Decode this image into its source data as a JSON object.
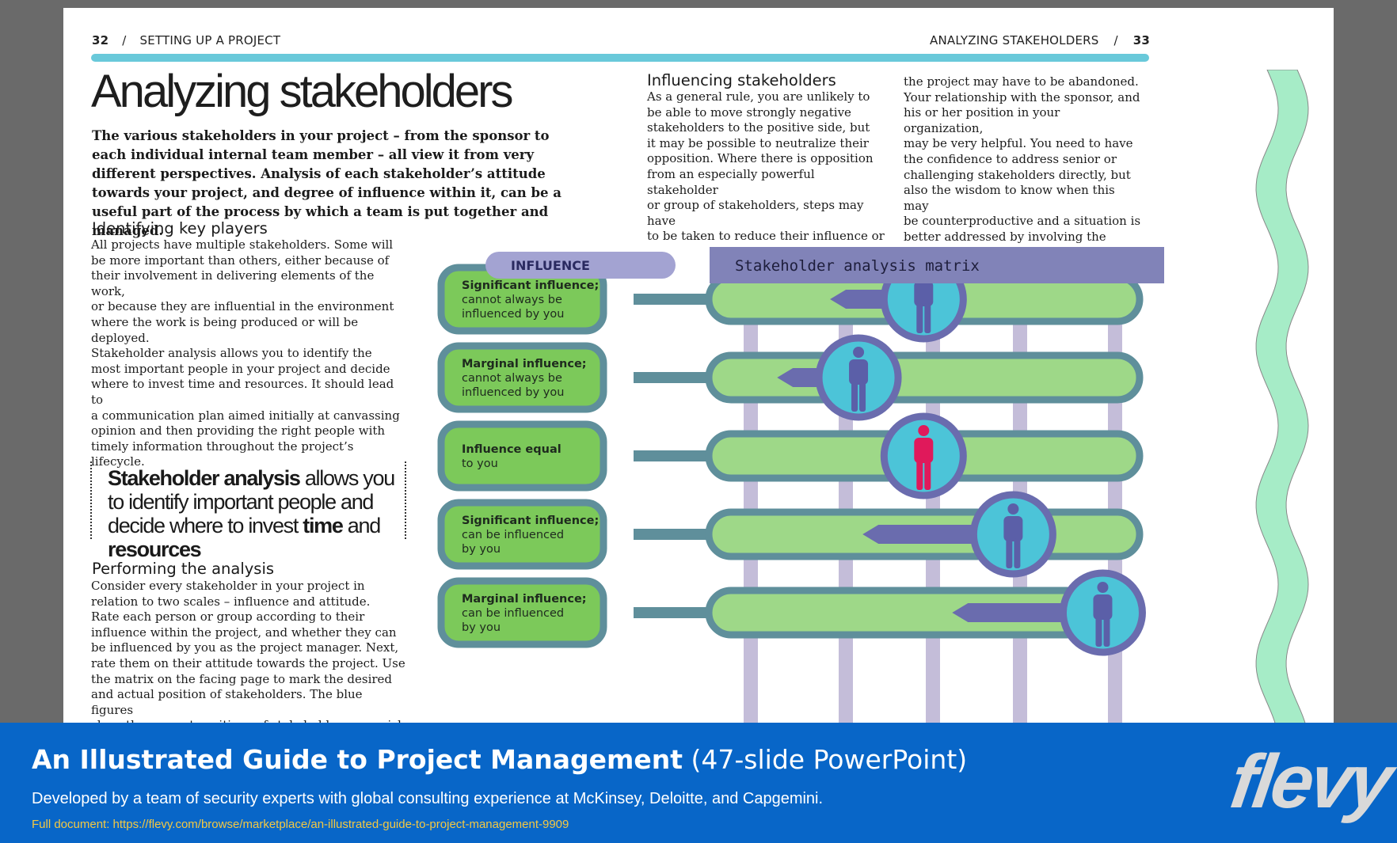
{
  "header": {
    "left_page": "32",
    "left_sep": "/",
    "left_section": "SETTING UP A PROJECT",
    "right_section": "ANALYZING STAKEHOLDERS",
    "right_sep": "/",
    "right_page": "33"
  },
  "title": "Analyzing stakeholders",
  "intro": "The various stakeholders in your project – from the sponsor to each individual internal team member – all view it from very different perspectives. Analysis of each stakeholder’s attitude towards your project, and degree of influence within it, can be a useful part of the process by which a team is put together and managed.",
  "sections": {
    "identifying": {
      "heading": "Identifying key players",
      "text": "All projects have multiple stakeholders. Some will\nbe more important than others, either because of\ntheir involvement in delivering elements of the work,\nor because they are influential in the environment\nwhere the work is being produced or will be deployed.\n      Stakeholder analysis allows you to identify the\nmost important people in your project and decide\nwhere to invest time and resources. It should lead to\na communication plan aimed initially at canvassing\nopinion and then providing the right people with\ntimely information throughout the project’s lifecycle."
    },
    "performing": {
      "heading": "Performing the analysis",
      "text": "Consider every stakeholder in your project in\nrelation to two scales – influence and attitude.\nRate each person or group according to their\ninfluence within the project, and whether they can\nbe influenced by you as the project manager. Next,\nrate them on their attitude towards the project. Use\nthe matrix on the facing page to mark the desired\nand actual position of stakeholders. The blue figures\nshow the current positions of stakeholders you wish\nwere more committed, so consider what you need"
    },
    "influencing": {
      "heading": "Influencing stakeholders",
      "text_col1": "As a general rule, you are unlikely to\nbe able to move strongly negative\nstakeholders to the positive side, but\nit may be possible to neutralize their\nopposition. Where there is opposition\nfrom an especially powerful stakeholder\nor group of stakeholders, steps may have\nto be taken to reduce their influence or",
      "text_col2": "the project may have to be abandoned.\nYour relationship with the sponsor, and\nhis or her position in your organization,\nmay be very helpful. You need to have\nthe confidence to address senior or\nchallenging stakeholders directly, but\nalso the wisdom to know when this may\nbe counterproductive and a situation is\nbetter addressed by involving the sponsor."
    }
  },
  "quote": {
    "bold1": "Stakeholder analysis",
    "t1": " allows you to identify important people and decide where to invest ",
    "bold2": "time",
    "t2": " and ",
    "bold3": "resources"
  },
  "diagram": {
    "influence_label": "INFLUENCE",
    "matrix_title": "Stakeholder analysis matrix",
    "rows": [
      {
        "bold": "Significant influence;",
        "rest": [
          "cannot always be",
          "influenced by you"
        ],
        "figure_position": 0.45,
        "arrow_start": 0.22,
        "figure_color": "#5b5fa8"
      },
      {
        "bold": "Marginal influence;",
        "rest": [
          "cannot always be",
          "influenced by you"
        ],
        "figure_position": 0.29,
        "arrow_start": 0.09,
        "figure_color": "#5b5fa8"
      },
      {
        "bold": "Influence equal",
        "rest": [
          "to you"
        ],
        "figure_position": 0.45,
        "arrow_start": null,
        "figure_color": "#e0195b"
      },
      {
        "bold": "Significant influence;",
        "rest": [
          "can be influenced",
          "by you"
        ],
        "figure_position": 0.67,
        "arrow_start": 0.3,
        "figure_color": "#5b5fa8"
      },
      {
        "bold": "Marginal influence;",
        "rest": [
          "can be influenced",
          "by you"
        ],
        "figure_position": 0.89,
        "arrow_start": 0.52,
        "figure_color": "#5b5fa8"
      }
    ]
  },
  "colors": {
    "accent_rule": "#69c9da",
    "box_green": "#7cc95a",
    "box_border": "#5f8f9b",
    "bar_fill": "#9ed888",
    "figure_circle": "#4cc4d8",
    "arrow": "#6a6cae",
    "matrix_header": "#8183b8",
    "influence_pill": "#a3a3d2",
    "wave": "#a6ecc7",
    "footer_bg": "#0866c8",
    "footer_link": "#f4c842"
  },
  "footer": {
    "title_bold": "An Illustrated Guide to Project Management",
    "title_light": " (47-slide PowerPoint)",
    "subtitle": "Developed by a team of security experts with global consulting experience at McKinsey, Deloitte, and Capgemini.",
    "link_text": "Full document: https://flevy.com/browse/marketplace/an-illustrated-guide-to-project-management-9909",
    "logo": "flevy"
  }
}
